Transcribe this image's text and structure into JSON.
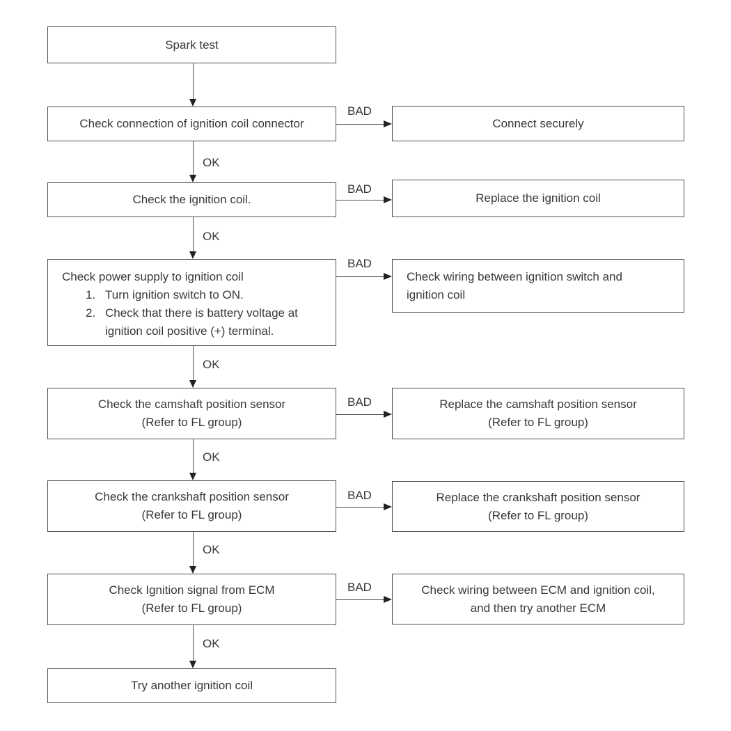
{
  "diagram": {
    "type": "flowchart",
    "labels": {
      "ok": "OK",
      "bad": "BAD"
    },
    "colors": {
      "line": "#4d4d4d",
      "border": "#4f4f4f",
      "text": "#383838",
      "background": "#ffffff"
    },
    "nodes": {
      "spark_test": "Spark test",
      "check_connector": "Check connection of ignition coil connector",
      "connect_securely": "Connect securely",
      "check_coil": "Check the ignition coil.",
      "replace_coil": "Replace the ignition coil",
      "check_power": {
        "title": "Check power supply to ignition coil",
        "steps": [
          {
            "num": "1.",
            "text": "Turn ignition switch to ON."
          },
          {
            "num": "2.",
            "text": "Check that there is battery voltage at ignition coil positive (+) terminal."
          }
        ]
      },
      "check_wiring_switch": "Check wiring between ignition switch and ignition coil",
      "check_camshaft": {
        "line1": "Check the camshaft position sensor",
        "line2": "(Refer to FL group)"
      },
      "replace_camshaft": {
        "line1": "Replace the camshaft position sensor",
        "line2": "(Refer to FL group)"
      },
      "check_crankshaft": {
        "line1": "Check the crankshaft position sensor",
        "line2": "(Refer to FL group)"
      },
      "replace_crankshaft": {
        "line1": "Replace the crankshaft position sensor",
        "line2": "(Refer to FL group)"
      },
      "check_ecm_signal": {
        "line1": "Check Ignition signal from ECM",
        "line2": "(Refer to FL group)"
      },
      "check_wiring_ecm": {
        "line1": "Check wiring between ECM and ignition coil,",
        "line2": "and then try another ECM"
      },
      "try_another_coil": "Try another ignition coil"
    }
  }
}
